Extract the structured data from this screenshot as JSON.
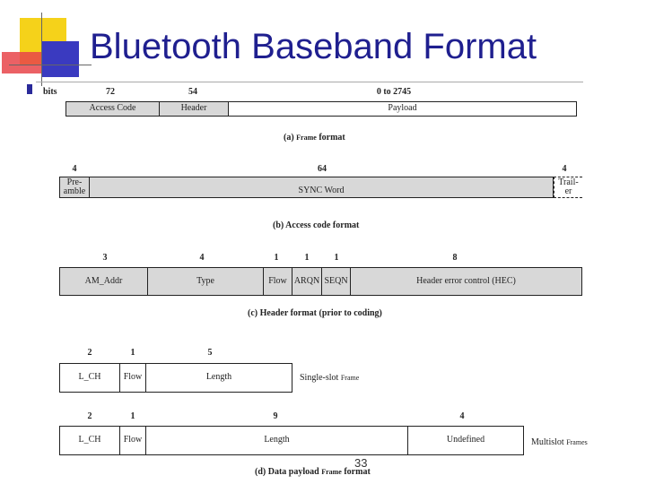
{
  "title": "Bluetooth Baseband Format",
  "page_number": "33",
  "colors": {
    "title": "#1f1f8f",
    "field_fill": "#d8d8d8",
    "border": "#222222"
  },
  "frame": {
    "bits_label": "bits",
    "sizes": [
      "72",
      "54",
      "0 to 2745"
    ],
    "fields": [
      "Access Code",
      "Header",
      "Payload"
    ],
    "caption_main": "(a) ",
    "caption_small": "Frame",
    "caption_tail": " format"
  },
  "access_code": {
    "sizes": [
      "4",
      "64",
      "4"
    ],
    "fields": [
      "Pre-\namble",
      "SYNC Word",
      "Trail-\ner"
    ],
    "caption": "(b) Access code format"
  },
  "header": {
    "sizes": [
      "3",
      "4",
      "1",
      "1",
      "1",
      "8"
    ],
    "fields": [
      "AM_Addr",
      "Type",
      "Flow",
      "ARQN",
      "SEQN",
      "Header error control (HEC)"
    ],
    "caption": "(c) Header format (prior to coding)"
  },
  "single_slot": {
    "sizes": [
      "2",
      "1",
      "5"
    ],
    "fields": [
      "L_CH",
      "Flow",
      "Length"
    ],
    "side_main": "Single-slot ",
    "side_small": "Frame"
  },
  "multi_slot": {
    "sizes": [
      "2",
      "1",
      "9",
      "4"
    ],
    "fields": [
      "L_CH",
      "Flow",
      "Length",
      "Undefined"
    ],
    "side_main": "Multislot ",
    "side_small": "Frames"
  },
  "payload_caption": {
    "main": "(d) Data payload ",
    "small": "Frame",
    "tail": " format"
  }
}
